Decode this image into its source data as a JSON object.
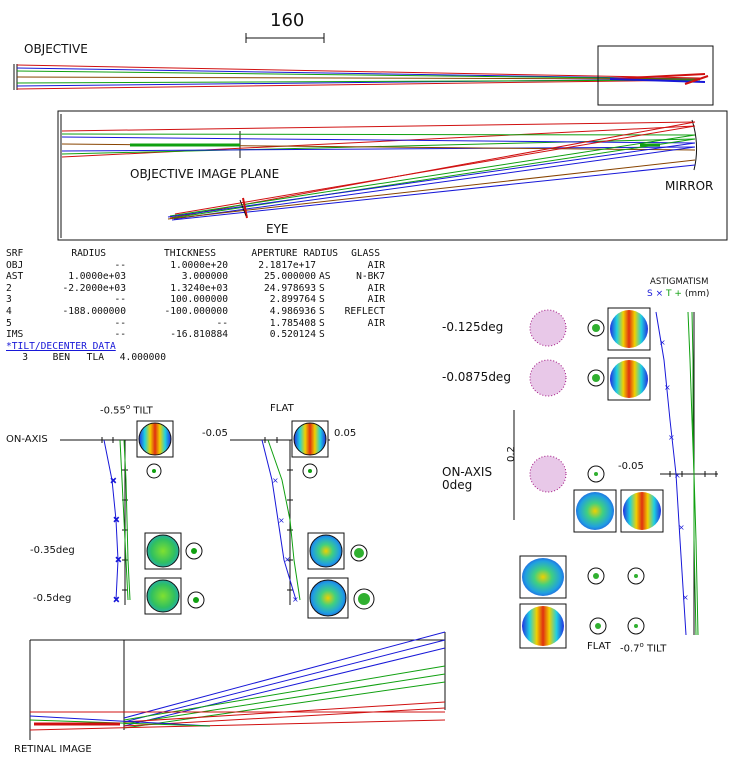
{
  "scale_bar": {
    "value": "160"
  },
  "labels": {
    "objective": "OBJECTIVE",
    "objective_image_plane": "OBJECTIVE IMAGE PLANE",
    "mirror": "MIRROR",
    "eye": "EYE",
    "retinal_image": "RETINAL IMAGE"
  },
  "lens_table": {
    "headers": [
      "SRF",
      "RADIUS",
      "THICKNESS",
      "APERTURE RADIUS",
      "GLASS"
    ],
    "rows": [
      {
        "srf": "OBJ",
        "radius": "--",
        "thickness": "1.0000e+20",
        "aperture": "2.1817e+17",
        "flag": "",
        "glass": "AIR"
      },
      {
        "srf": "AST",
        "radius": "1.0000e+03",
        "thickness": "3.000000",
        "aperture": "25.000000",
        "flag": "AS",
        "glass": "N-BK7"
      },
      {
        "srf": "2",
        "radius": "-2.2000e+03",
        "thickness": "1.3240e+03",
        "aperture": "24.978693",
        "flag": "S",
        "glass": "AIR"
      },
      {
        "srf": "3",
        "radius": "--",
        "thickness": "100.000000",
        "aperture": "2.899764",
        "flag": "S",
        "glass": "AIR"
      },
      {
        "srf": "4",
        "radius": "-188.000000",
        "thickness": "-100.000000",
        "aperture": "4.986936",
        "flag": "S",
        "glass": "REFLECT"
      },
      {
        "srf": "5",
        "radius": "--",
        "thickness": "--",
        "aperture": "1.785408",
        "flag": "S",
        "glass": "AIR"
      },
      {
        "srf": "IMS",
        "radius": "--",
        "thickness": "-16.810884",
        "aperture": "0.520124",
        "flag": "S",
        "glass": ""
      }
    ],
    "tilt_header": "*TILT/DECENTER DATA",
    "tilt_row": {
      "srf": "3",
      "type": "BEN",
      "param": "TLA",
      "value": "4.000000"
    }
  },
  "left_plots": {
    "tilt_title": "-0.55",
    "tilt_suffix": "TILT",
    "flat_title": "FLAT",
    "axis_neg": "-0.05",
    "axis_pos": "0.05",
    "fields": [
      "ON-AXIS",
      "-0.35deg",
      "-0.5deg"
    ]
  },
  "right_plots": {
    "astig_title": "ASTIGMATISM",
    "astig_legend": "S × T + (mm)",
    "astig_s": "S",
    "astig_x": "×",
    "astig_t": "T",
    "astig_plus": "+",
    "astig_unit": "(mm)",
    "axis_neg": "-0.05",
    "vertical_tick": "0.2",
    "fields": [
      "-0.125deg",
      "-0.0875deg",
      "ON-AXIS",
      "0deg"
    ],
    "flat_label": "FLAT",
    "tilt_label": "-0.7",
    "tilt_suffix": "TILT"
  },
  "colors": {
    "red": "#e01010",
    "green": "#10a010",
    "blue": "#1818d8",
    "magenta": "#a01080"
  }
}
